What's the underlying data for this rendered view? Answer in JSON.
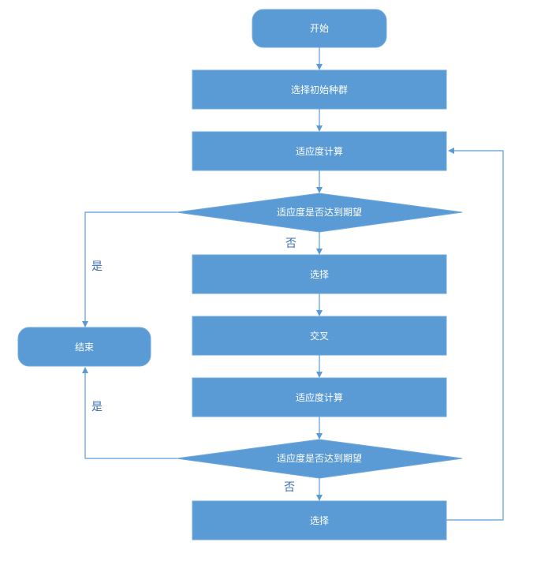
{
  "nodes": {
    "start": "开始",
    "init_population": "选择初始种群",
    "fitness_calc_1": "适应度计算",
    "decision_1": "适应度是否达到期望",
    "selection_1": "选择",
    "crossover": "交叉",
    "fitness_calc_2": "适应度计算",
    "decision_2": "适应度是否达到期望",
    "selection_2": "选择",
    "end": "结束"
  },
  "edges": {
    "yes_1": "是",
    "no_1": "否",
    "yes_2": "是",
    "no_2": "否"
  },
  "colors": {
    "node_fill": "#5b9bd5",
    "line": "#5b9bd5",
    "edge_label": "#3a6fb0"
  }
}
